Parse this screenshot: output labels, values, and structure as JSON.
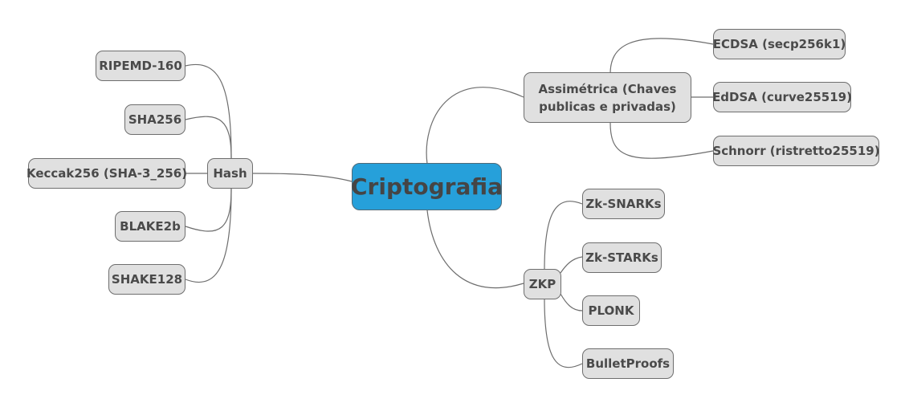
{
  "mindmap": {
    "root": "Criptografia",
    "branches": {
      "hash": {
        "label": "Hash",
        "children": [
          "RIPEMD-160",
          "SHA256",
          "Keccak256 (SHA-3_256)",
          "BLAKE2b",
          "SHAKE128"
        ]
      },
      "asymmetric": {
        "label": "Assimétrica (Chaves publicas e privadas)",
        "children": [
          "ECDSA (secp256k1)",
          "EdDSA (curve25519)",
          "Schnorr (ristretto25519)"
        ]
      },
      "zkp": {
        "label": "ZKP",
        "children": [
          "Zk-SNARKs",
          "Zk-STARKs",
          "PLONK",
          "BulletProofs"
        ]
      }
    }
  },
  "colors": {
    "root_fill": "#26a0da",
    "node_fill": "#e0e0e0",
    "node_border": "#6e6e6e",
    "connector": "#6d6d6d",
    "text": "#4a4a4a"
  }
}
